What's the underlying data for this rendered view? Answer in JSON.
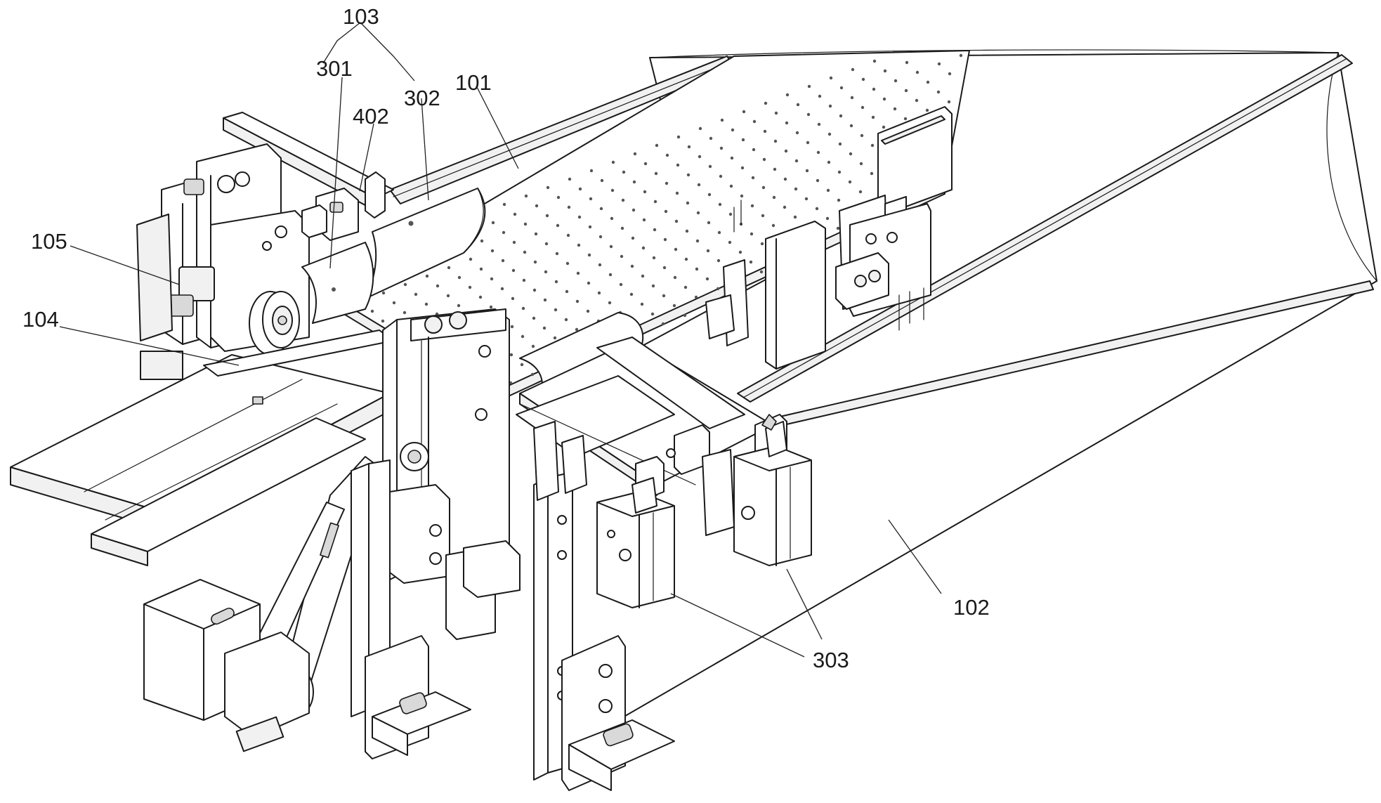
{
  "refs": {
    "r103": "103",
    "r301": "301",
    "r302": "302",
    "r101": "101",
    "r402": "402",
    "r105": "105",
    "r104": "104",
    "r102": "102",
    "r303": "303"
  }
}
